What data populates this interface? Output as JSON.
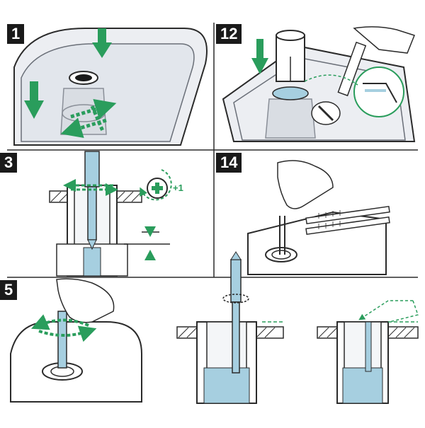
{
  "steps": {
    "s1": "1",
    "s12": "12",
    "s3": "3",
    "s14": "14",
    "s5": "5"
  },
  "annotation_plus_one": "+1",
  "colors": {
    "accent": "#2a9d5c",
    "accent_light": "#9fd6b3",
    "highlight_blue": "#a6cfe0",
    "line": "#2b2b2b",
    "tank_fill": "#eceef2",
    "label_bg": "#1a1a1a"
  },
  "icons": [
    "down-arrow-icon",
    "rotate-arrow-icon",
    "plus-circle-icon",
    "height-marker-icon",
    "hand-icon",
    "screwdriver-icon"
  ]
}
